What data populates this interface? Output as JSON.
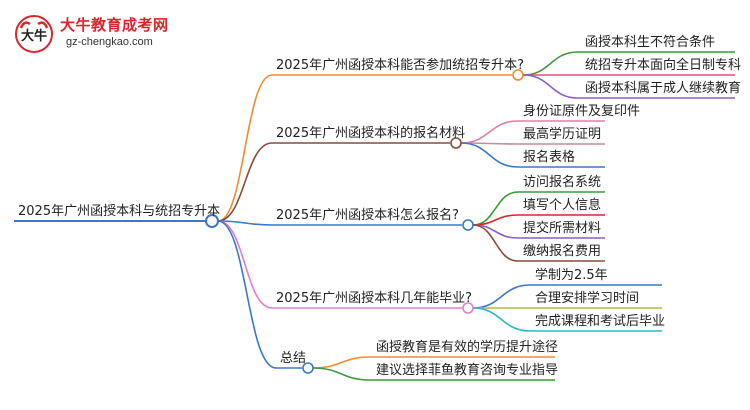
{
  "logo": {
    "title": "大牛教育成考网",
    "url": "gz-chengkao.com",
    "mark_text": "大牛"
  },
  "mindmap": {
    "root": "2025年广州函授本科与统招专升本",
    "branches": [
      {
        "label": "2025年广州函授本科能否参加统招专升本?",
        "color": "#f08c2e",
        "children": [
          {
            "label": "函授本科生不符合条件",
            "color": "#3c9a3c"
          },
          {
            "label": "统招专升本面向全日制专科",
            "color": "#e0507a"
          },
          {
            "label": "函授本科属于成人继续教育",
            "color": "#8b5fbf"
          }
        ]
      },
      {
        "label": "2025年广州函授本科的报名材料",
        "color": "#8b4a3a",
        "children": [
          {
            "label": "身份证原件及复印件",
            "color": "#e87aa8"
          },
          {
            "label": "最高学历证明",
            "color": "#c98a9a"
          },
          {
            "label": "报名表格",
            "color": "#3a78c9"
          }
        ]
      },
      {
        "label": "2025年广州函授本科怎么报名?",
        "color": "#3a78c9",
        "children": [
          {
            "label": "访问报名系统",
            "color": "#3c9a3c"
          },
          {
            "label": "填写个人信息",
            "color": "#d9262b"
          },
          {
            "label": "提交所需材料",
            "color": "#8b5fbf"
          },
          {
            "label": "缴纳报名费用",
            "color": "#8b4a3a"
          }
        ]
      },
      {
        "label": "2025年广州函授本科几年能毕业?",
        "color": "#e87ad0",
        "children": [
          {
            "label": "学制为2.5年",
            "color": "#3a78c9"
          },
          {
            "label": "合理安排学习时间",
            "color": "#b8b83a"
          },
          {
            "label": "完成课程和考试后毕业",
            "color": "#2ab8c8"
          }
        ]
      },
      {
        "label": "总结",
        "color": "#3a78c9",
        "children": [
          {
            "label": "函授教育是有效的学历提升途径",
            "color": "#f08c2e"
          },
          {
            "label": "建议选择菲鱼教育咨询专业指导",
            "color": "#3c9a3c"
          }
        ]
      }
    ]
  }
}
